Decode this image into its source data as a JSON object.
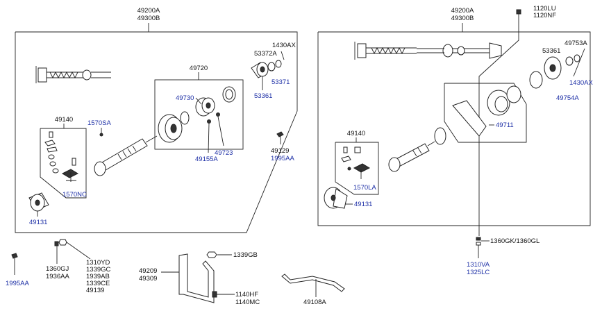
{
  "colors": {
    "black_label": "#111111",
    "blue_label": "#1d2fa6",
    "line": "#222222"
  },
  "left_assembly": {
    "title_line1": "49200A",
    "title_line2": "49300B",
    "labels": {
      "p49720": "49720",
      "p49730": "49730",
      "p49723": "49723",
      "p49155A": "49155A",
      "p53372A": "53372A",
      "p1430AX": "1430AX",
      "p53371": "53371",
      "p53361": "53361",
      "p49140": "49140",
      "p1570SA": "1570SA",
      "p1570NC": "1570NC",
      "p49131": "49131",
      "p49129": "49129",
      "p1995AA": "1995AA"
    }
  },
  "right_assembly": {
    "title_line1": "49200A",
    "title_line2": "49300B",
    "labels": {
      "p1120LU": "1120LU",
      "p1120NF": "1120NF",
      "p53361": "53361",
      "p49753A": "49753A",
      "p1430AX": "1430AX",
      "p49754A": "49754A",
      "p49711": "49711",
      "p49140": "49140",
      "p1570LA": "1570LA",
      "p49131": "49131",
      "p1360GK": "1360GK/1360GL",
      "p1310VA": "1310VA",
      "p1325LC": "1325LC"
    }
  },
  "bottom_parts": {
    "p1995AA": "1995AA",
    "p1360GJ": "1360GJ",
    "p1936AA": "1936AA",
    "p1310YD": "1310YD",
    "p1339GC": "1339GC",
    "p1939AB": "1939AB",
    "p1339CE": "1339CE",
    "p49139": "49139",
    "p49209": "49209",
    "p49309": "49309",
    "p1339GB": "1339GB",
    "p1140HF": "1140HF",
    "p1140MC": "1140MC",
    "p49108A": "49108A"
  },
  "icons": [
    "boot-clamp-icon",
    "cv-joint-icon",
    "bolt-icon",
    "nut-icon",
    "flange-yoke-icon",
    "bracket-icon"
  ]
}
